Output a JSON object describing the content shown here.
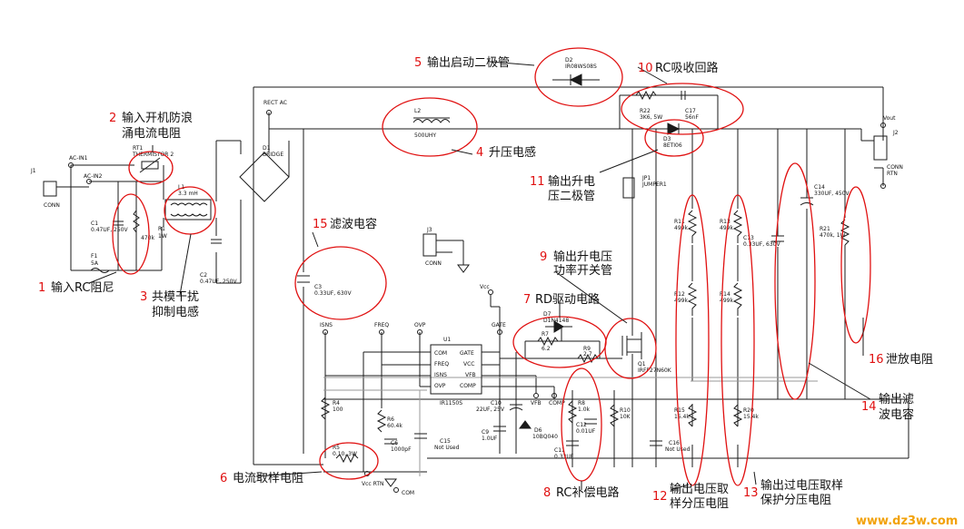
{
  "annotations": [
    {
      "num": "1",
      "text": "输入RC阻尼"
    },
    {
      "num": "2",
      "text": "输入开机防浪",
      "text2": "涌电流电阻"
    },
    {
      "num": "3",
      "text": "共模干扰",
      "text2": "抑制电感"
    },
    {
      "num": "4",
      "text": "升压电感"
    },
    {
      "num": "5",
      "text": "输出启动二极管"
    },
    {
      "num": "6",
      "text": "电流取样电阻"
    },
    {
      "num": "7",
      "text": "RD驱动电路"
    },
    {
      "num": "8",
      "text": "RC补偿电路"
    },
    {
      "num": "9",
      "text": "输出升电压",
      "text2": "功率开关管"
    },
    {
      "num": "10",
      "text": "RC吸收回路"
    },
    {
      "num": "11",
      "text": "输出升电",
      "text2": "压二极管"
    },
    {
      "num": "12",
      "text": "输出电压取",
      "text2": "样分压电阻"
    },
    {
      "num": "13",
      "text": "输出过电压取样",
      "text2": "保护分压电阻"
    },
    {
      "num": "14",
      "text": "输出滤",
      "text2": "波电容"
    },
    {
      "num": "15",
      "text": "滤波电容"
    },
    {
      "num": "16",
      "text": "泄放电阻"
    }
  ],
  "components": {
    "j1": [
      "J1",
      "CONN"
    ],
    "acin1": "AC-IN1",
    "acin2": "AC-IN2",
    "rt1": [
      "RT1",
      "THERMISTOR 2"
    ],
    "c1": [
      "C1",
      "0.47UF, 250V"
    ],
    "r1": [
      "R1",
      "470k",
      "1W"
    ],
    "f1": [
      "F1",
      "5A"
    ],
    "l1": [
      "L1",
      "3.3 mH"
    ],
    "c2": [
      "C2",
      "0.47UF, 250V"
    ],
    "d1": [
      "D1",
      "BRIDGE"
    ],
    "rectac": "RECT AC",
    "l2": [
      "L2",
      "500UHY"
    ],
    "d2": [
      "D2",
      "IR08WS08S"
    ],
    "r22": [
      "R22",
      "3K6, 5W"
    ],
    "c17": [
      "C17",
      "56nF"
    ],
    "d3": [
      "D3",
      "8ETI06"
    ],
    "vout": "Vout",
    "j2": [
      "J2",
      "CONN",
      "RTN"
    ],
    "jp1": [
      "JP1",
      "JUMPER1"
    ],
    "c3": [
      "C3",
      "0.33UF, 630V"
    ],
    "j3": [
      "J3",
      "CONN"
    ],
    "vcc": "Vcc",
    "r11": [
      "R11",
      "499k"
    ],
    "r12": [
      "R12",
      "499k"
    ],
    "r13": [
      "R13",
      "499k"
    ],
    "r14": [
      "R14",
      "499k"
    ],
    "c13": [
      "C13",
      "0.33UF, 630V"
    ],
    "c14": [
      "C14",
      "330UF, 450V"
    ],
    "r21": [
      "R21",
      "470k, 1W"
    ],
    "isns": "ISNS",
    "freq": "FREQ",
    "ovp": "OVP",
    "gate": "GATE",
    "u1": [
      "U1",
      "IR1150S"
    ],
    "pins": [
      "COM",
      "GATE",
      "FREQ",
      "VCC",
      "ISNS",
      "VFB",
      "OVP",
      "COMP"
    ],
    "d7": [
      "D7",
      "D1N4148"
    ],
    "r7": [
      "R7",
      "6.2"
    ],
    "r9": [
      "R9",
      "2.7"
    ],
    "q1": [
      "Q1",
      "IRFP27N60K"
    ],
    "r4": [
      "R4",
      "100"
    ],
    "r6": [
      "R6",
      "60.4k"
    ],
    "c6": [
      "C6",
      "1000pF"
    ],
    "c15": [
      "C15",
      "Not Used"
    ],
    "c10": [
      "C10",
      "22UF, 25V"
    ],
    "c9": [
      "C9",
      "1.0UF"
    ],
    "vfb": "VFB",
    "comp": "COMP",
    "d6": [
      "D6",
      "10BQ040"
    ],
    "r8": [
      "R8",
      "1.0k"
    ],
    "c12": [
      "C12",
      "0.01UF"
    ],
    "c11": [
      "C11",
      "0.33UF"
    ],
    "r10": [
      "R10",
      "10K"
    ],
    "c16": [
      "C16",
      "Not Used"
    ],
    "r15": [
      "R15",
      "15.4k"
    ],
    "r20": [
      "R20",
      "15.4k"
    ],
    "r5": [
      "R5",
      "0.10, 3W"
    ],
    "vccrtn": "Vcc RTN",
    "com": "COM"
  },
  "watermark": "www.dz3w.com",
  "colors": {
    "annotation_ring": "#e01010",
    "annotation_number": "#e01010",
    "wire": "#1a1a1a",
    "watermark": "#f2a20a"
  }
}
